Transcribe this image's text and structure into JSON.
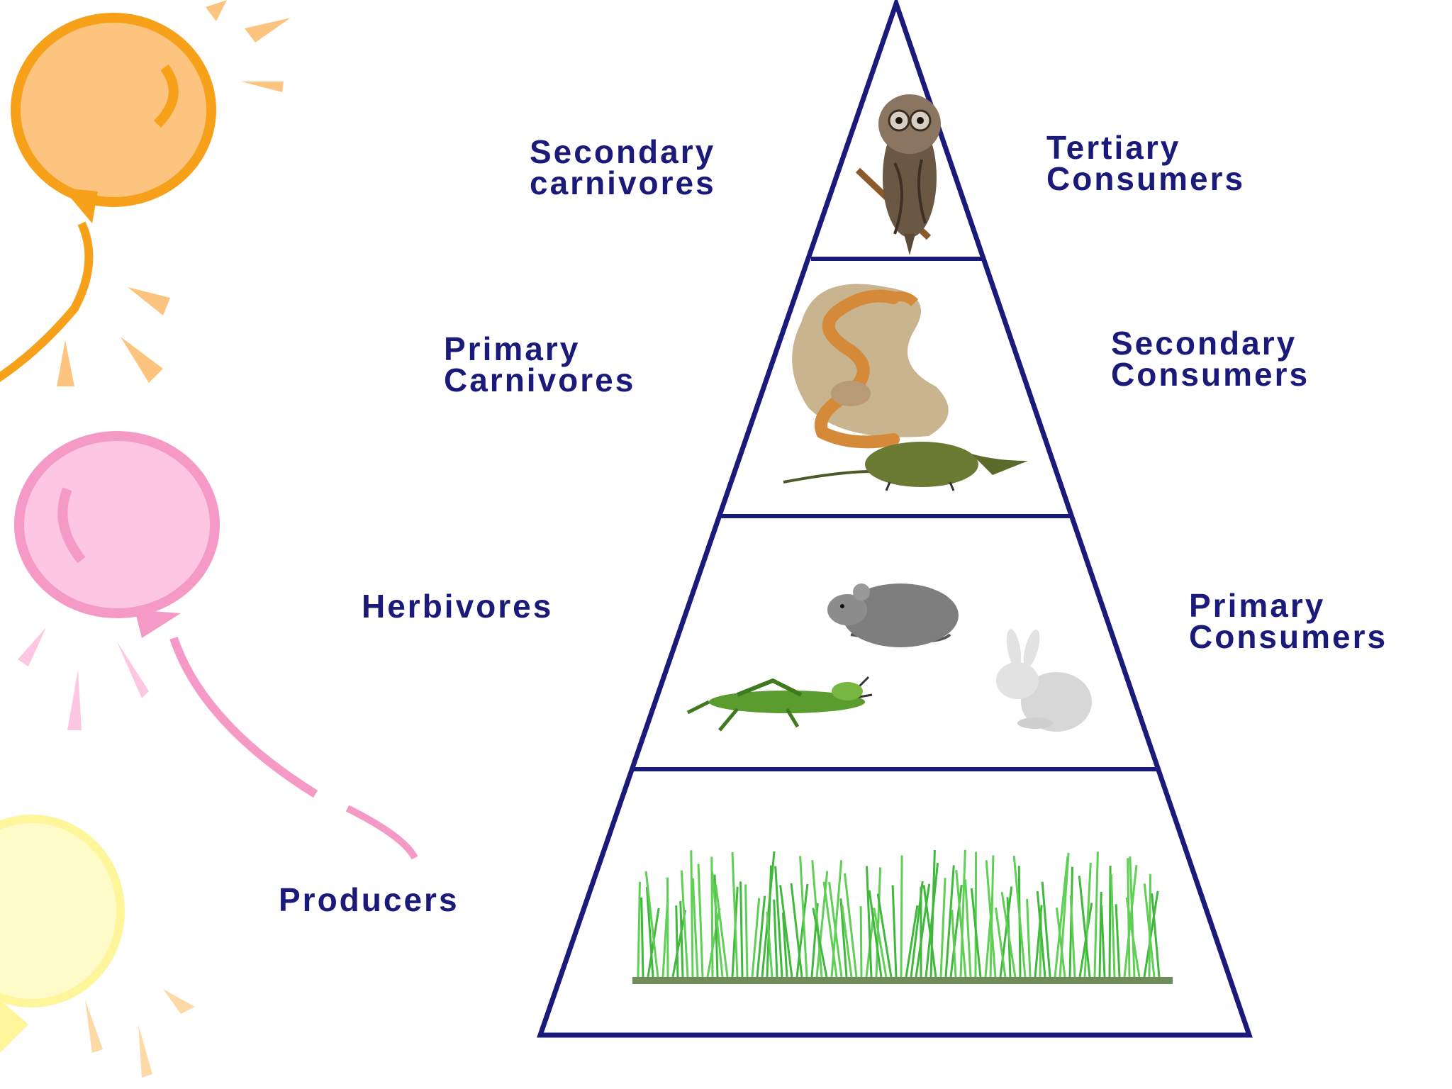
{
  "diagram": {
    "colors": {
      "outline": "#1a1a7a",
      "label_text": "#1a1a7a",
      "balloon_orange": "#f7a11a",
      "balloon_pink": "#f59ac6",
      "balloon_yellow": "#fff59a",
      "grass": "#3fb83c"
    },
    "levels": [
      {
        "name": "top",
        "left_label": [
          "Secondary",
          "carnivores"
        ],
        "right_label": [
          "Tertiary",
          "Consumers"
        ],
        "organisms": [
          "owl-icon"
        ]
      },
      {
        "name": "third",
        "left_label": [
          "Primary",
          "Carnivores"
        ],
        "right_label": [
          "Secondary",
          "Consumers"
        ],
        "organisms": [
          "snake-icon",
          "shrew-icon"
        ]
      },
      {
        "name": "second",
        "left_label": [
          "Herbivores"
        ],
        "right_label": [
          "Primary",
          "Consumers"
        ],
        "organisms": [
          "mouse-icon",
          "grasshopper-icon",
          "rabbit-icon"
        ]
      },
      {
        "name": "base",
        "left_label": [
          "Producers"
        ],
        "right_label": [],
        "organisms": [
          "grass-icon"
        ]
      }
    ]
  }
}
